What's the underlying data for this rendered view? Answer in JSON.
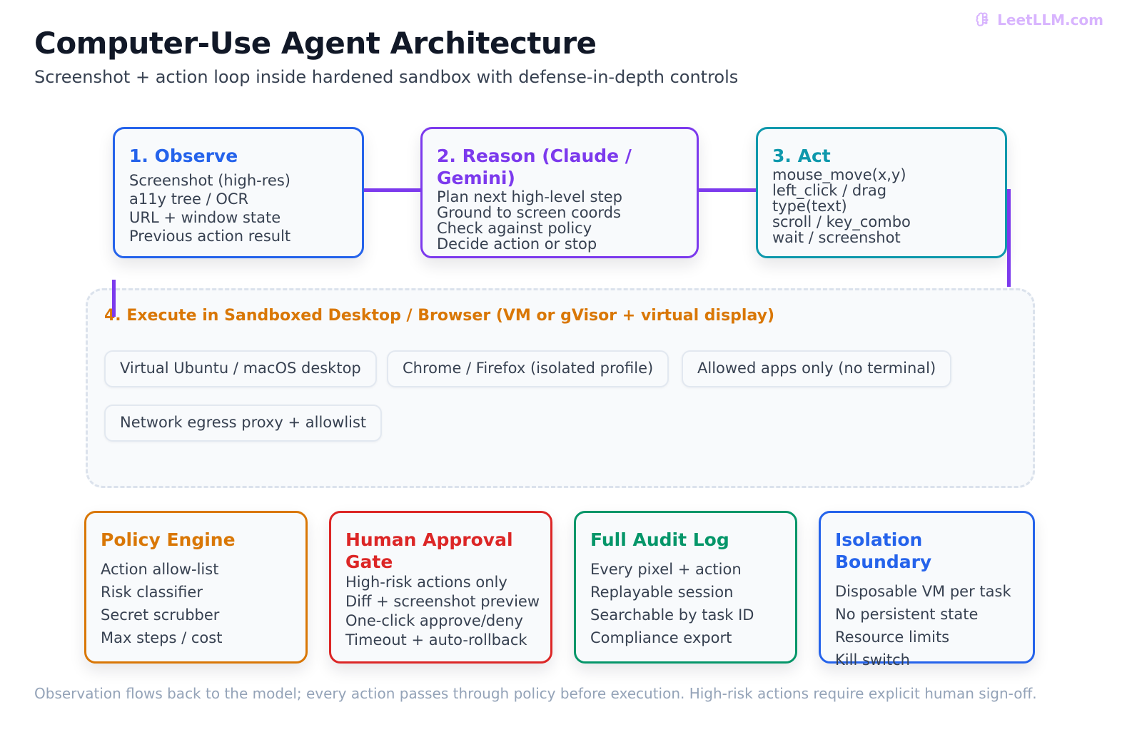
{
  "brand": {
    "text": "LeetLLM.com",
    "icon": "brain-icon",
    "color": "#d8b4fe"
  },
  "header": {
    "title": "Computer-Use Agent Architecture",
    "subtitle": "Screenshot + action loop inside hardened sandbox with defense-in-depth controls"
  },
  "loop": {
    "observe": {
      "title": "1. Observe",
      "color": "#2563eb",
      "lines": [
        "Screenshot (high-res)",
        "a11y tree / OCR",
        "URL + window state",
        "Previous action result"
      ]
    },
    "reason": {
      "title": "2. Reason (Claude / Gemini)",
      "color": "#7c3aed",
      "lines": [
        "Plan next high-level step",
        "Ground to screen coords",
        "Check against policy",
        "Decide action or stop"
      ]
    },
    "act": {
      "title": "3. Act",
      "color": "#0e98ac",
      "lines": [
        "mouse_move(x,y)",
        "left_click / drag",
        "type(text)",
        "scroll / key_combo",
        "wait / screenshot"
      ]
    },
    "connector_color": "#7c3aed"
  },
  "sandbox": {
    "title": "4. Execute in Sandboxed Desktop / Browser (VM or gVisor + virtual display)",
    "color": "#d97706",
    "items": [
      "Virtual Ubuntu / macOS desktop",
      "Chrome / Firefox (isolated profile)",
      "Allowed apps only (no terminal)",
      "Network egress proxy + allowlist"
    ]
  },
  "controls": [
    {
      "title": "Policy Engine",
      "color": "#d97706",
      "lines": [
        "Action allow-list",
        "Risk classifier",
        "Secret scrubber",
        "Max steps / cost"
      ]
    },
    {
      "title": "Human Approval Gate",
      "color": "#dc2626",
      "lines": [
        "High-risk actions only",
        "Diff + screenshot preview",
        "One-click approve/deny",
        "Timeout + auto-rollback"
      ]
    },
    {
      "title": "Full Audit Log",
      "color": "#059669",
      "lines": [
        "Every pixel + action",
        "Replayable session",
        "Searchable by task ID",
        "Compliance export"
      ]
    },
    {
      "title": "Isolation Boundary",
      "color": "#2563eb",
      "lines": [
        "Disposable VM per task",
        "No persistent state",
        "Resource limits",
        "Kill switch"
      ]
    }
  ],
  "footer": "Observation flows back to the model; every action passes through policy before execution. High-risk actions require explicit human sign-off."
}
